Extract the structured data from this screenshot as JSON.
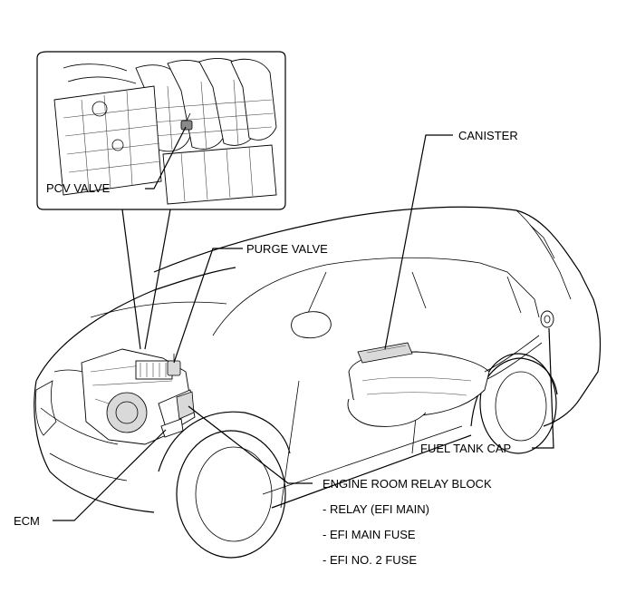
{
  "labels": {
    "pcv_valve": "PCV VALVE",
    "canister": "CANISTER",
    "purge_valve": "PURGE VALVE",
    "fuel_tank_cap": "FUEL TANK CAP",
    "engine_room_relay_block": "ENGINE ROOM RELAY BLOCK",
    "relay_efi_main": "- RELAY (EFI MAIN)",
    "efi_main_fuse": "- EFI MAIN FUSE",
    "efi_no2_fuse": "- EFI NO. 2 FUSE",
    "ecm": "ECM"
  }
}
